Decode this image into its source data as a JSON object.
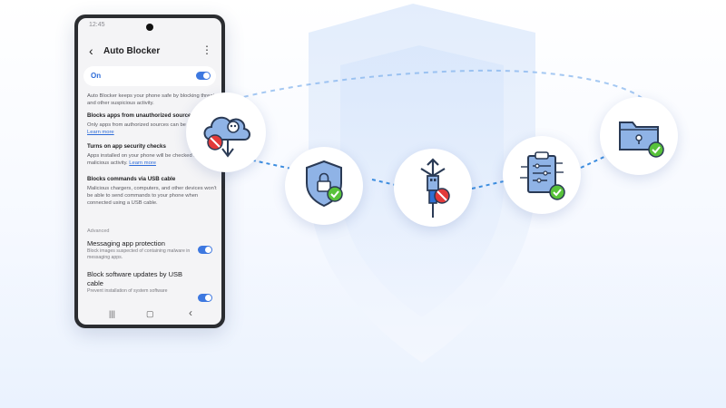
{
  "phone": {
    "status_time": "12:45",
    "title": "Auto Blocker",
    "on_label": "On",
    "intro": "Auto Blocker keeps your phone safe by blocking threats and other suspicious activity.",
    "sections": [
      {
        "heading": "Blocks apps from unauthorized sources",
        "body": "Only apps from authorized sources can be installed.",
        "link": "Learn more"
      },
      {
        "heading": "Turns on app security checks",
        "body": "Apps installed on your phone will be checked for malicious activity.",
        "link": "Learn more"
      },
      {
        "heading": "Blocks commands via USB cable",
        "body": "Malicious chargers, computers, and other devices won't be able to send commands to your phone when connected using a USB cable.",
        "link": ""
      }
    ],
    "advanced_label": "Advanced",
    "items": [
      {
        "title": "Messaging app protection",
        "subtitle": "Block images suspected of containing malware in messaging apps."
      },
      {
        "title": "Block software updates by USB cable",
        "subtitle": "Prevent installation of system software"
      }
    ],
    "nav": {
      "recents": "|||",
      "home": "▢",
      "back": "‹"
    }
  },
  "icons": [
    "cloud-threat-blocked-icon",
    "shield-lock-check-icon",
    "usb-blocked-icon",
    "clipboard-settings-check-icon",
    "secure-folder-check-icon"
  ],
  "colors": {
    "accent": "#3d78e0",
    "check": "#58c23a",
    "block": "#e23a3a",
    "icon_fill": "#8fb3e6"
  }
}
